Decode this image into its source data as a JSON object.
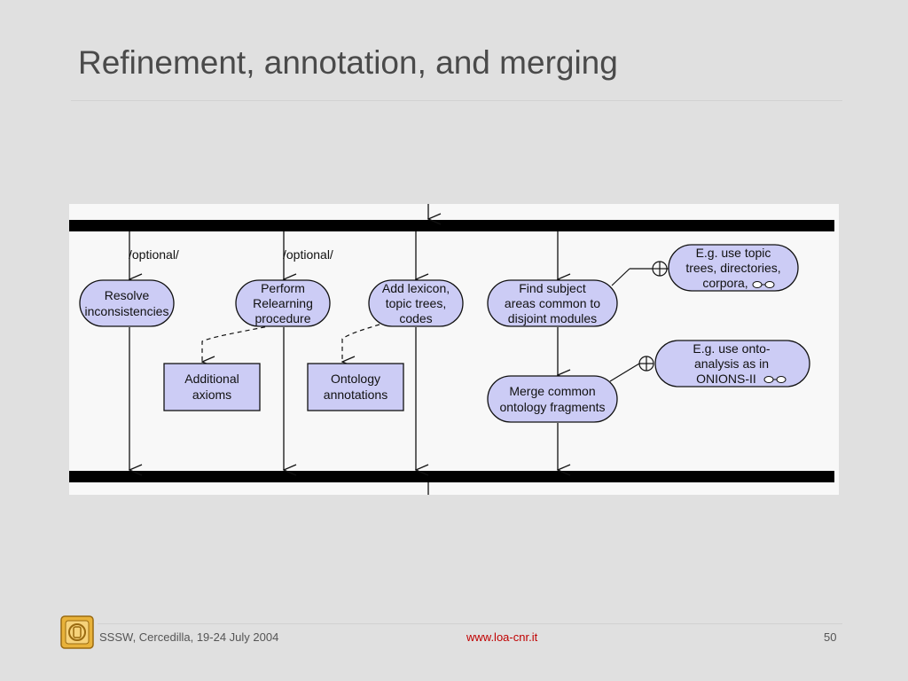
{
  "slide": {
    "title": "Refinement, annotation, and merging"
  },
  "diagram": {
    "guards": [
      "/optional/",
      "/optional/"
    ],
    "activities": {
      "resolve": [
        "Resolve",
        "inconsistencies"
      ],
      "relearning": [
        "Perform",
        "Relearning",
        "procedure"
      ],
      "lexicon": [
        "Add lexicon,",
        "topic trees,",
        "codes"
      ],
      "find_subject": [
        "Find subject",
        "areas common to",
        "disjoint modules"
      ],
      "merge": [
        "Merge common",
        "ontology fragments"
      ]
    },
    "notes": {
      "topic_trees": [
        "E.g. use topic",
        "trees, directories,",
        "corpora,"
      ],
      "onto_analysis": [
        "E.g. use onto-",
        "analysis as in",
        "ONIONS-II"
      ]
    },
    "objects": {
      "axioms": [
        "Additional",
        "axioms"
      ],
      "annotations": [
        "Ontology",
        "annotations"
      ]
    },
    "colors": {
      "activity_fill": "#ccccf5",
      "bar": "#000000",
      "background": "#f8f8f8"
    }
  },
  "footer": {
    "left": "SSSW, Cercedilla, 19-24 July 2004",
    "center": "www.loa-cnr.it",
    "page": "50"
  }
}
